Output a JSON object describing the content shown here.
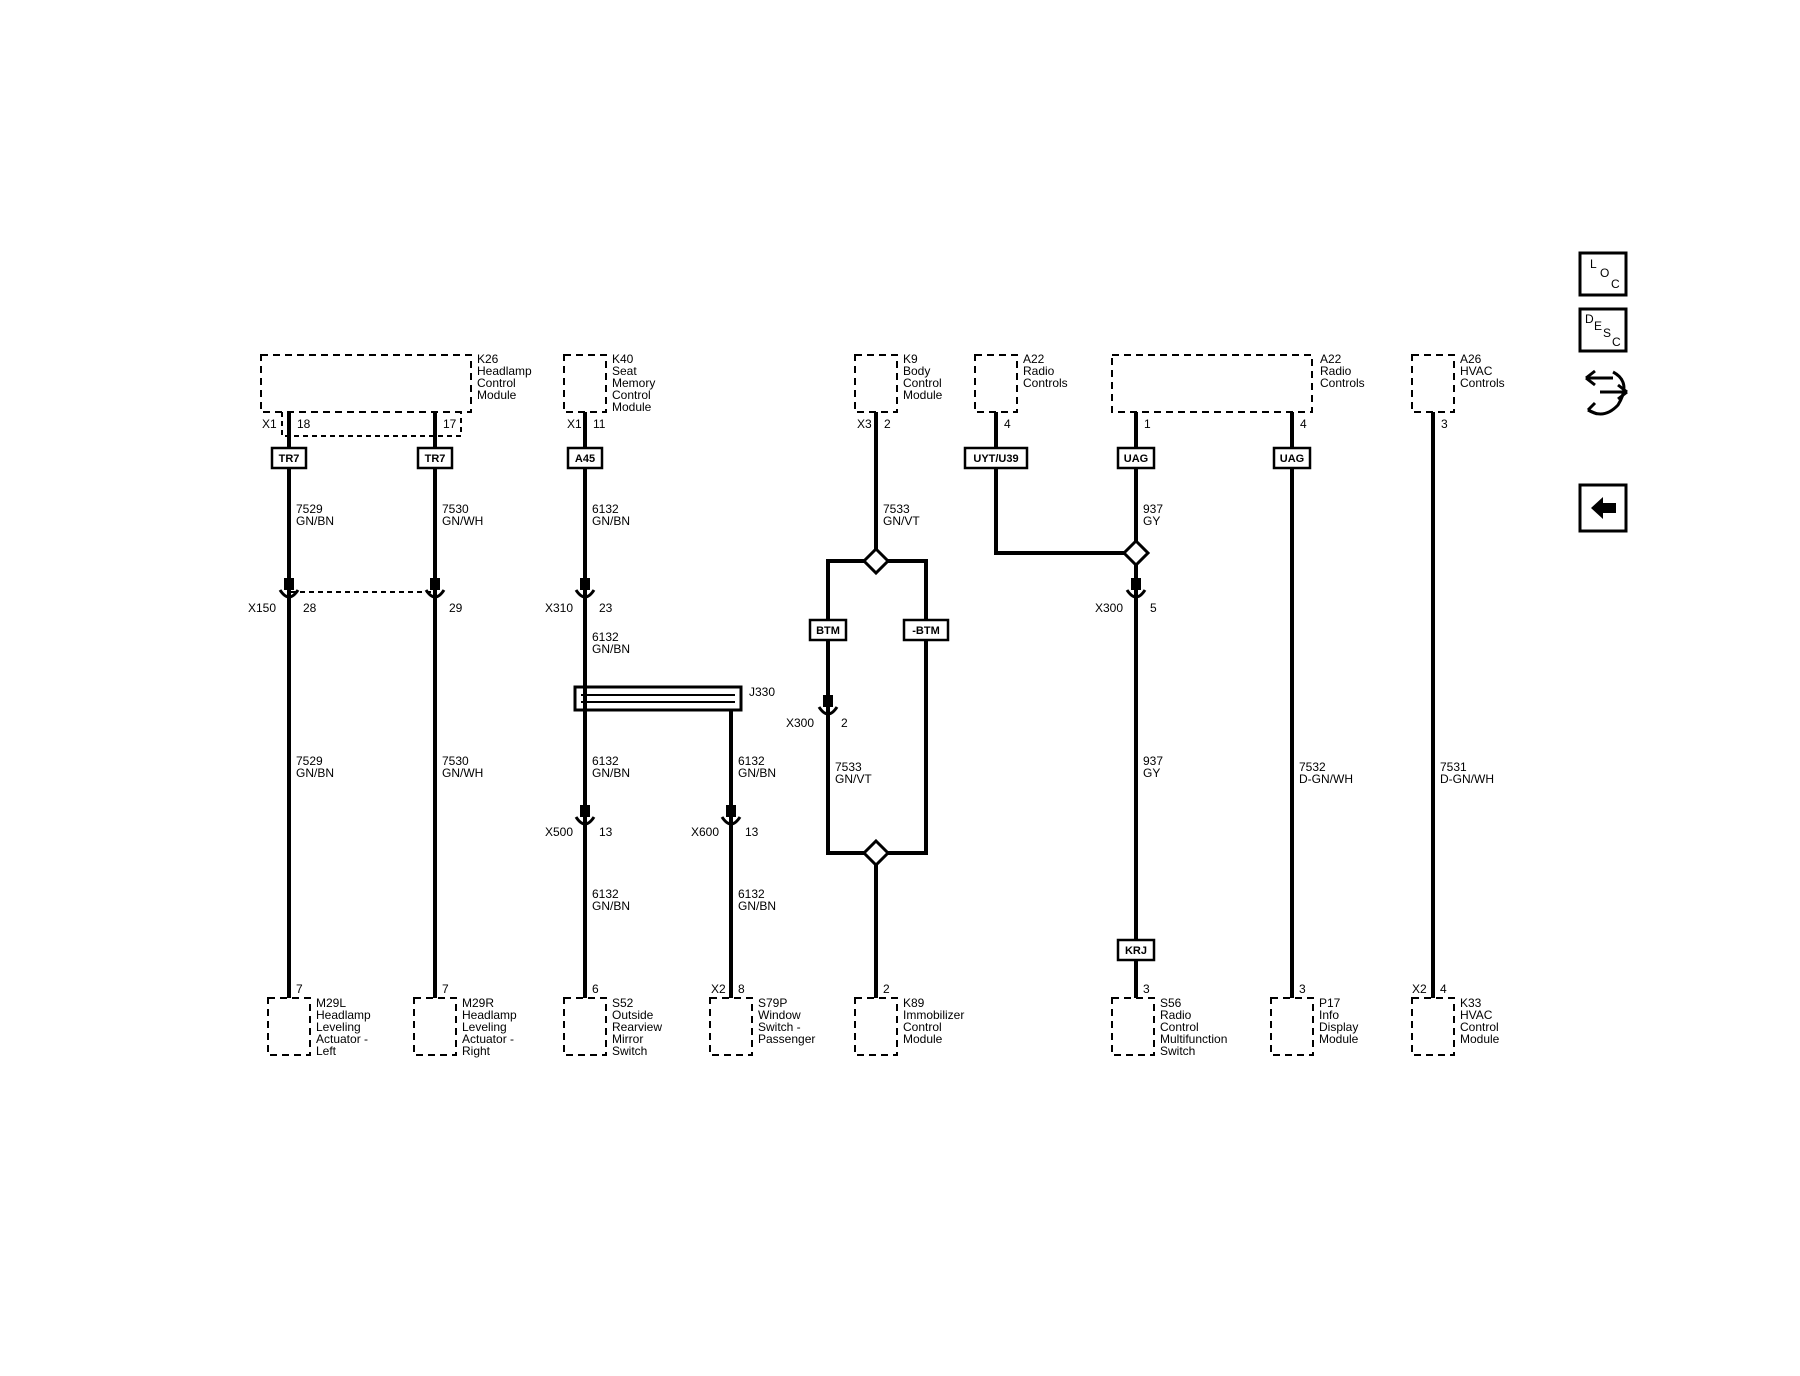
{
  "nav": {
    "loc": {
      "l": "L",
      "o": "O",
      "c": "C"
    },
    "desc": {
      "d": "D",
      "e": "E",
      "s": "S",
      "c": "C"
    }
  },
  "modules": {
    "k26": {
      "id": "K26",
      "lines": [
        "Headlamp",
        "Control",
        "Module"
      ]
    },
    "k40": {
      "id": "K40",
      "lines": [
        "Seat",
        "Memory",
        "Control",
        "Module"
      ]
    },
    "k9": {
      "id": "K9",
      "lines": [
        "Body",
        "Control",
        "Module"
      ]
    },
    "a22a": {
      "id": "A22",
      "lines": [
        "Radio",
        "Controls"
      ]
    },
    "a22b": {
      "id": "A22",
      "lines": [
        "Radio",
        "Controls"
      ]
    },
    "a26": {
      "id": "A26",
      "lines": [
        "HVAC",
        "Controls"
      ]
    },
    "m29l": {
      "id": "M29L",
      "lines": [
        "Headlamp",
        "Leveling",
        "Actuator -",
        "Left"
      ]
    },
    "m29r": {
      "id": "M29R",
      "lines": [
        "Headlamp",
        "Leveling",
        "Actuator -",
        "Right"
      ]
    },
    "s52": {
      "id": "S52",
      "lines": [
        "Outside",
        "Rearview",
        "Mirror",
        "Switch"
      ]
    },
    "s79p": {
      "id": "S79P",
      "lines": [
        "Window",
        "Switch -",
        "Passenger"
      ]
    },
    "k89": {
      "id": "K89",
      "lines": [
        "Immobilizer",
        "Control",
        "Module"
      ]
    },
    "s56": {
      "id": "S56",
      "lines": [
        "Radio",
        "Control",
        "Multifunction",
        "Switch"
      ]
    },
    "p17": {
      "id": "P17",
      "lines": [
        "Info",
        "Display",
        "Module"
      ]
    },
    "k33": {
      "id": "K33",
      "lines": [
        "HVAC",
        "Control",
        "Module"
      ]
    }
  },
  "options": {
    "tr7a": "TR7",
    "tr7b": "TR7",
    "a45": "A45",
    "uyt": "UYT/U39",
    "uag1": "UAG",
    "uag2": "UAG",
    "btm": "BTM",
    "nbtm": "-BTM",
    "krj": "KRJ"
  },
  "pins": {
    "x1": "X1",
    "p18": "18",
    "p17": "17",
    "x1b": "X1",
    "p11": "11",
    "x3": "X3",
    "p2": "2",
    "a22p4": "4",
    "a22p1": "1",
    "a22bp4": "4",
    "a26p3": "3",
    "x150": "X150",
    "p28": "28",
    "p29": "29",
    "x310": "X310",
    "p23": "23",
    "x300a": "X300",
    "p2b": "2",
    "x300b": "X300",
    "p5": "5",
    "x500": "X500",
    "p13a": "13",
    "x600": "X600",
    "p13b": "13",
    "m29lp": "7",
    "m29rp": "7",
    "s52p": "6",
    "x2a": "X2",
    "s79pp": "8",
    "k89p": "2",
    "s56p": "3",
    "p17p": "3",
    "x2b": "X2",
    "k33p": "4",
    "j330": "J330"
  },
  "wires": {
    "w7529a": {
      "circuit": "7529",
      "color": "GN/BN"
    },
    "w7529b": {
      "circuit": "7529",
      "color": "GN/BN"
    },
    "w7530a": {
      "circuit": "7530",
      "color": "GN/WH"
    },
    "w7530b": {
      "circuit": "7530",
      "color": "GN/WH"
    },
    "w6132a": {
      "circuit": "6132",
      "color": "GN/BN"
    },
    "w6132b": {
      "circuit": "6132",
      "color": "GN/BN"
    },
    "w6132c": {
      "circuit": "6132",
      "color": "GN/BN"
    },
    "w6132d": {
      "circuit": "6132",
      "color": "GN/BN"
    },
    "w6132e": {
      "circuit": "6132",
      "color": "GN/BN"
    },
    "w6132f": {
      "circuit": "6132",
      "color": "GN/BN"
    },
    "w7533a": {
      "circuit": "7533",
      "color": "GN/VT"
    },
    "w7533b": {
      "circuit": "7533",
      "color": "GN/VT"
    },
    "w937a": {
      "circuit": "937",
      "color": "GY"
    },
    "w937b": {
      "circuit": "937",
      "color": "GY"
    },
    "w7532": {
      "circuit": "7532",
      "color": "D-GN/WH"
    },
    "w7531": {
      "circuit": "7531",
      "color": "D-GN/WH"
    }
  }
}
